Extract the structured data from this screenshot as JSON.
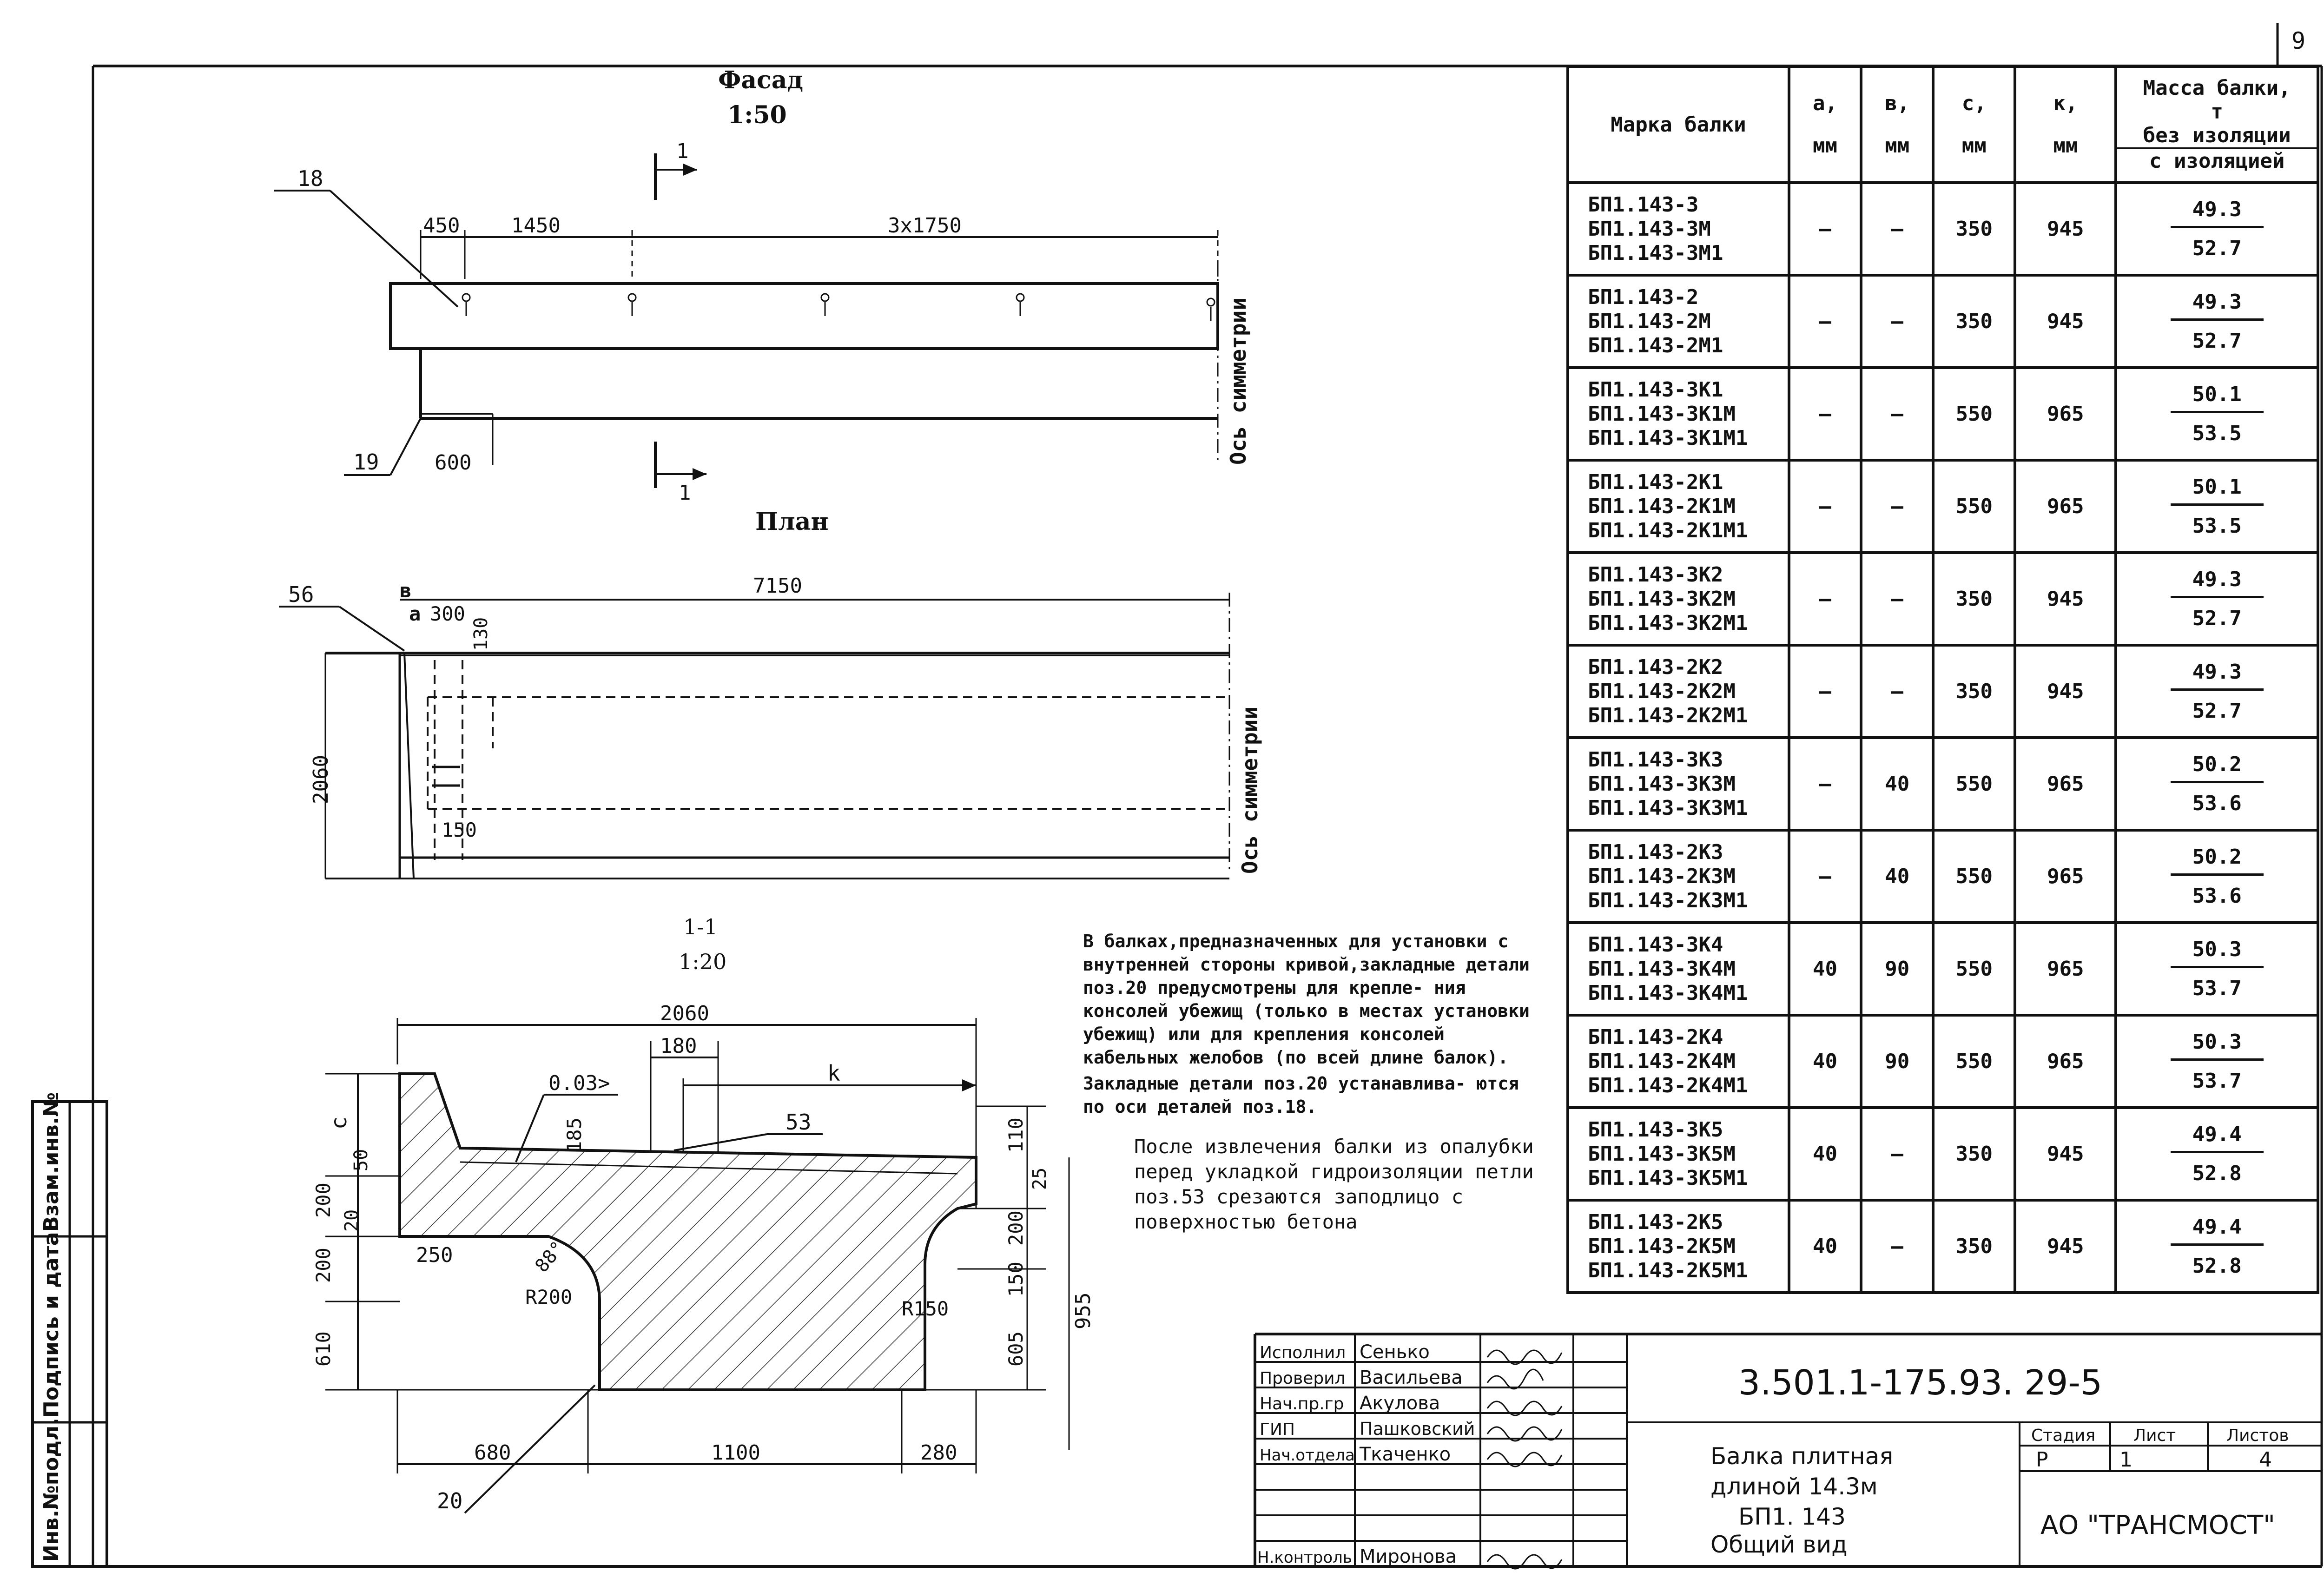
{
  "page_number": "9",
  "facade": {
    "title": "Фасад",
    "scale": "1:50",
    "section_mark": "1",
    "callouts": [
      "18",
      "19"
    ],
    "dims": [
      "450",
      "1450",
      "3x1750",
      "600"
    ],
    "axis_label": "Ось симметрии"
  },
  "plan": {
    "title": "План",
    "callout": "56",
    "dims": [
      "в",
      "а",
      "300",
      "130",
      "7150",
      "2060",
      "150"
    ],
    "axis_label": "Ось симметрии"
  },
  "section": {
    "title": "1-1",
    "scale": "1:20",
    "dims": [
      "2060",
      "180",
      "k",
      "0.03>",
      "53",
      "c",
      "50",
      "200",
      "20",
      "200",
      "185",
      "250",
      "R200",
      "88°",
      "610",
      "110",
      "25",
      "200",
      "150",
      "605",
      "955",
      "R150",
      "680",
      "1100",
      "280",
      "20"
    ]
  },
  "table": {
    "headers": {
      "mark": "Марка балки",
      "a": "а,",
      "b": "в,",
      "c": "с,",
      "k": "к,",
      "unit": "мм",
      "mass_l1": "Масса балки,",
      "mass_l2": "т",
      "mass_no_iso": "без изоляции",
      "mass_iso": "с изоляцией"
    },
    "rows": [
      {
        "marks": [
          "БП1.143-3",
          "БП1.143-3М",
          "БП1.143-3М1"
        ],
        "a": "—",
        "b": "—",
        "c": "350",
        "k": "945",
        "m1": "49.3",
        "m2": "52.7"
      },
      {
        "marks": [
          "БП1.143-2",
          "БП1.143-2М",
          "БП1.143-2М1"
        ],
        "a": "—",
        "b": "—",
        "c": "350",
        "k": "945",
        "m1": "49.3",
        "m2": "52.7"
      },
      {
        "marks": [
          "БП1.143-3К1",
          "БП1.143-3К1М",
          "БП1.143-3К1М1"
        ],
        "a": "—",
        "b": "—",
        "c": "550",
        "k": "965",
        "m1": "50.1",
        "m2": "53.5"
      },
      {
        "marks": [
          "БП1.143-2К1",
          "БП1.143-2К1М",
          "БП1.143-2К1М1"
        ],
        "a": "—",
        "b": "—",
        "c": "550",
        "k": "965",
        "m1": "50.1",
        "m2": "53.5"
      },
      {
        "marks": [
          "БП1.143-3К2",
          "БП1.143-3К2М",
          "БП1.143-3К2М1"
        ],
        "a": "—",
        "b": "—",
        "c": "350",
        "k": "945",
        "m1": "49.3",
        "m2": "52.7"
      },
      {
        "marks": [
          "БП1.143-2К2",
          "БП1.143-2К2М",
          "БП1.143-2К2М1"
        ],
        "a": "—",
        "b": "—",
        "c": "350",
        "k": "945",
        "m1": "49.3",
        "m2": "52.7"
      },
      {
        "marks": [
          "БП1.143-3К3",
          "БП1.143-3К3М",
          "БП1.143-3К3М1"
        ],
        "a": "—",
        "b": "40",
        "c": "550",
        "k": "965",
        "m1": "50.2",
        "m2": "53.6"
      },
      {
        "marks": [
          "БП1.143-2К3",
          "БП1.143-2К3М",
          "БП1.143-2К3М1"
        ],
        "a": "—",
        "b": "40",
        "c": "550",
        "k": "965",
        "m1": "50.2",
        "m2": "53.6"
      },
      {
        "marks": [
          "БП1.143-3К4",
          "БП1.143-3К4М",
          "БП1.143-3К4М1"
        ],
        "a": "40",
        "b": "90",
        "c": "550",
        "k": "965",
        "m1": "50.3",
        "m2": "53.7"
      },
      {
        "marks": [
          "БП1.143-2К4",
          "БП1.143-2К4М",
          "БП1.143-2К4М1"
        ],
        "a": "40",
        "b": "90",
        "c": "550",
        "k": "965",
        "m1": "50.3",
        "m2": "53.7"
      },
      {
        "marks": [
          "БП1.143-3К5",
          "БП1.143-3К5М",
          "БП1.143-3К5М1"
        ],
        "a": "40",
        "b": "—",
        "c": "350",
        "k": "945",
        "m1": "49.4",
        "m2": "52.8"
      },
      {
        "marks": [
          "БП1.143-2К5",
          "БП1.143-2К5М",
          "БП1.143-2К5М1"
        ],
        "a": "40",
        "b": "—",
        "c": "350",
        "k": "945",
        "m1": "49.4",
        "m2": "52.8"
      }
    ]
  },
  "notes": {
    "p1": "В балках,предназначенных для установки с внутренней стороны кривой,закладные детали поз.20 предусмотрены для крепле- ния консолей убежищ (только в местах установки убежищ) или для крепления консолей кабельных желобов (по всей длине балок).",
    "p2": "Закладные детали поз.20 устанавлива- ются по оси деталей поз.18.",
    "p3": "После извлечения балки из опалубки перед укладкой гидроизоляции петли поз.53 срезаются заподлицо с поверхностью бетона"
  },
  "title_block": {
    "roles": [
      {
        "role": "Исполнил",
        "name": "Сенько"
      },
      {
        "role": "Проверил",
        "name": "Васильева"
      },
      {
        "role": "Нач.пр.гр",
        "name": "Акулова"
      },
      {
        "role": "ГИП",
        "name": "Пашковский"
      },
      {
        "role": "Нач.отдела",
        "name": "Ткаченко"
      },
      {
        "role": "Н.контроль",
        "name": "Миронова"
      }
    ],
    "code": "3.501.1-175.93. 29-5",
    "desc_l1": "Балка плитная",
    "desc_l2": "длиной 14.3м",
    "desc_l3": "БП1. 143",
    "desc_l4": "Общий вид",
    "stage_h": "Стадия",
    "sheet_h": "Лист",
    "sheets_h": "Листов",
    "stage": "Р",
    "sheet": "1",
    "sheets": "4",
    "org": "АО \"ТРАНСМОСТ\""
  },
  "side_stamp": [
    "Инв.№подл.",
    "Подпись и дата",
    "Взам.инв.№"
  ]
}
